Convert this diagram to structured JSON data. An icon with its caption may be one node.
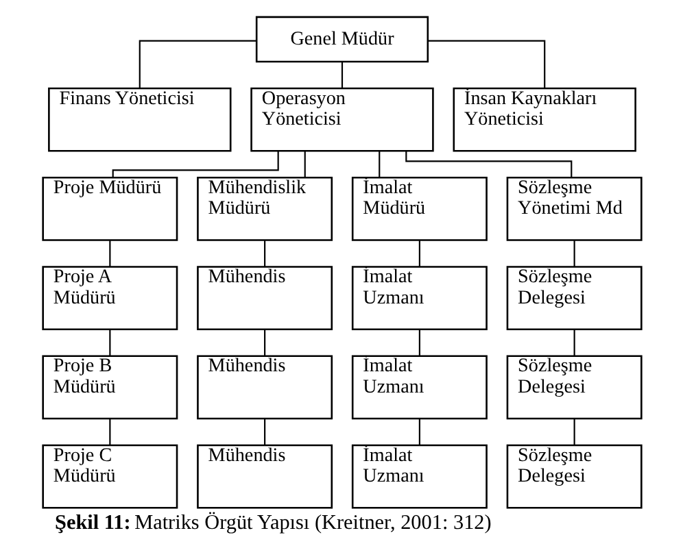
{
  "diagram": {
    "caption": "**Şekil 11:** Matriks Örgüt Yapısı (Kreitner, 2001: 312)",
    "nodes": [
      {
        "text": [
          "Genel Müdür"
        ]
      },
      {
        "text": [
          "Finans Yöneticisi"
        ]
      },
      {
        "text": [
          "Operasyon Yöneticisi"
        ]
      },
      {
        "text": [
          "İnsan Kaynakları Yöneticisi"
        ]
      },
      {
        "text": [
          "Proje Müdürü"
        ]
      },
      {
        "text": [
          "Mühendislik Müdürü"
        ]
      },
      {
        "text": [
          "İmalat Müdürü"
        ]
      },
      {
        "text": [
          "Sözleşme Yönetimi Md"
        ]
      },
      {
        "text": [
          "Proje A Müdürü"
        ]
      },
      {
        "text": [
          "Mühendis"
        ]
      },
      {
        "text": [
          "İmalat Uzmanı"
        ]
      },
      {
        "text": [
          "Sözleşme Delegesi"
        ]
      },
      {
        "text": [
          "Proje B Müdürü"
        ]
      },
      {
        "text": [
          "Mühendis"
        ]
      },
      {
        "text": [
          "İmalat Uzmanı"
        ]
      },
      {
        "text": [
          "Sözleşme Delegesi"
        ]
      },
      {
        "text": [
          "Proje C Müdürü"
        ]
      },
      {
        "text": [
          "Mühendis"
        ]
      },
      {
        "text": [
          "İmalat Uzmanı"
        ]
      },
      {
        "text": [
          "Sözleşme Delegesi"
        ]
      }
    ],
    "edges": [
      {
        "from": 0,
        "to": 1,
        "arrow": "none"
      },
      {
        "from": 0,
        "to": 2,
        "arrow": "none"
      },
      {
        "from": 0,
        "to": 3,
        "arrow": "none"
      },
      {
        "from": 2,
        "to": 4,
        "arrow": "none"
      },
      {
        "from": 2,
        "to": 5,
        "arrow": "none"
      },
      {
        "from": 2,
        "to": 6,
        "arrow": "none"
      },
      {
        "from": 2,
        "to": 7,
        "arrow": "none"
      },
      {
        "from": 4,
        "to": 8,
        "arrow": "none"
      },
      {
        "from": 8,
        "to": 12,
        "arrow": "none"
      },
      {
        "from": 12,
        "to": 16,
        "arrow": "none"
      },
      {
        "from": 5,
        "to": 9,
        "arrow": "none"
      },
      {
        "from": 9,
        "to": 13,
        "arrow": "none"
      },
      {
        "from": 13,
        "to": 17,
        "arrow": "none"
      },
      {
        "from": 6,
        "to": 10,
        "arrow": "none"
      },
      {
        "from": 10,
        "to": 14,
        "arrow": "none"
      },
      {
        "from": 14,
        "to": 18,
        "arrow": "none"
      },
      {
        "from": 7,
        "to": 11,
        "arrow": "none"
      },
      {
        "from": 11,
        "to": 15,
        "arrow": "none"
      },
      {
        "from": 15,
        "to": 19,
        "arrow": "none"
      }
    ]
  }
}
